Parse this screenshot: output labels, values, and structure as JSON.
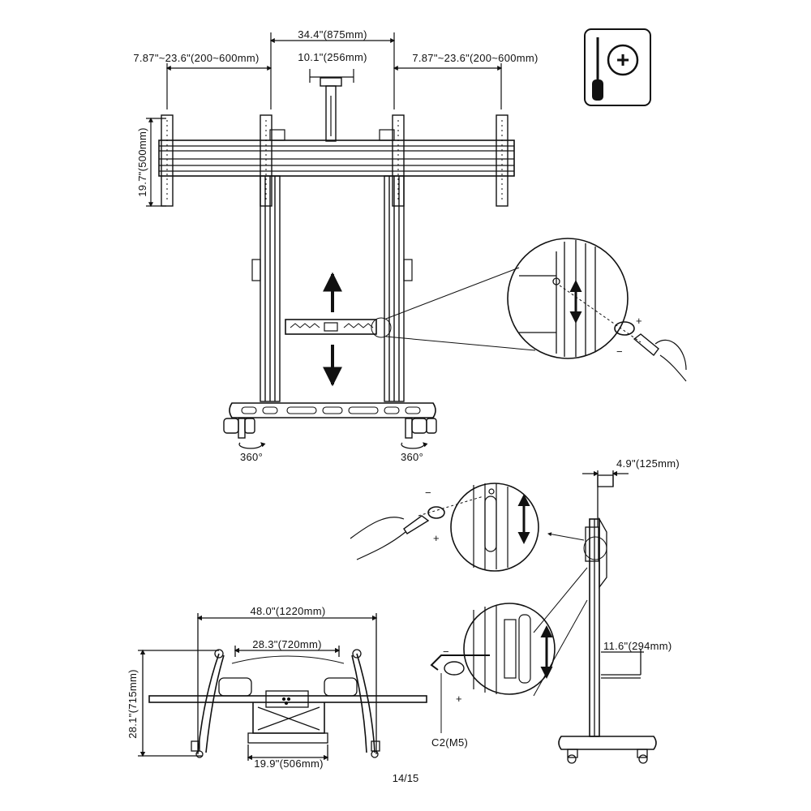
{
  "dimensions": {
    "center_spacing": "34.4\"(875mm)",
    "left_arm_range": "7.87\"~23.6\"(200~600mm)",
    "center_bracket": "10.1\"(256mm)",
    "right_arm_range": "7.87\"~23.6\"(200~600mm)",
    "vertical_height": "19.7\"(500mm)",
    "offset_depth": "4.9\"(125mm)",
    "shelf_depth": "11.6\"(294mm)",
    "overall_width": "48.0\"(1220mm)",
    "inner_width": "28.3\"(720mm)",
    "overall_depth": "28.1\"(715mm)",
    "base_width": "19.9\"(506mm)"
  },
  "rotation_labels": {
    "left": "360°",
    "right": "360°"
  },
  "tool": {
    "name": "phillips-screwdriver",
    "symbol": "+"
  },
  "adjust_signs": {
    "plus": "+",
    "minus": "−"
  },
  "hardware_label": "C2(M5)",
  "page_number": "14/15"
}
